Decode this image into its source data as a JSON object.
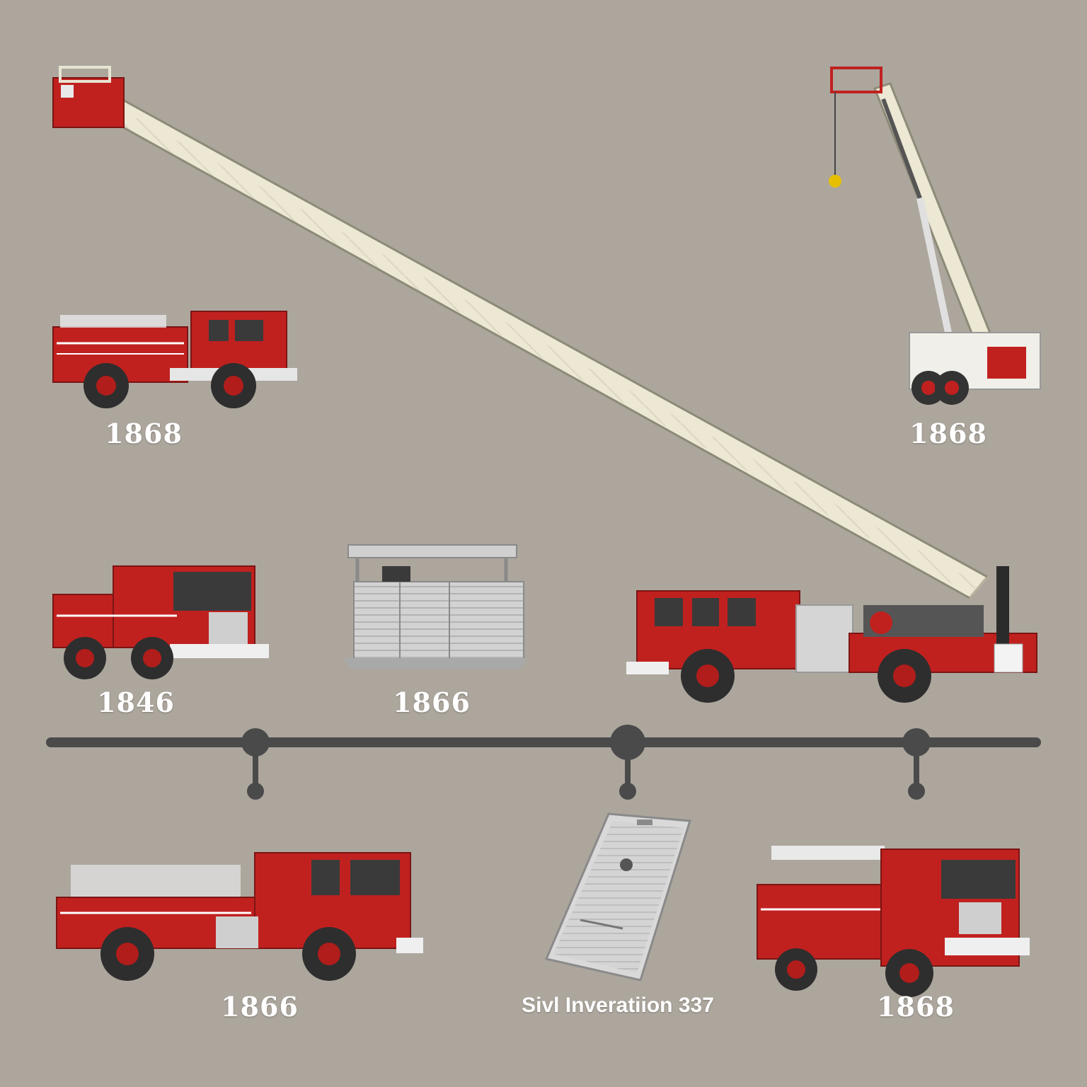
{
  "labels": {
    "truck_top_left": "1868",
    "crane_top_right": "1868",
    "truck_mid_left": "1846",
    "container_mid": "1866",
    "truck_bottom_left": "1866",
    "panel_bottom_center": "Sivl Inveratiion 337",
    "truck_bottom_right": "1868"
  },
  "colors": {
    "background": "#aca69d",
    "truck_red": "#c0211f",
    "ladder": "#ece8d4",
    "timeline": "#4a4a4a",
    "metal": "#c8c8c8"
  },
  "icons": {
    "timeline_nodes": [
      "timeline-node-left",
      "timeline-node-center",
      "timeline-node-right"
    ]
  }
}
